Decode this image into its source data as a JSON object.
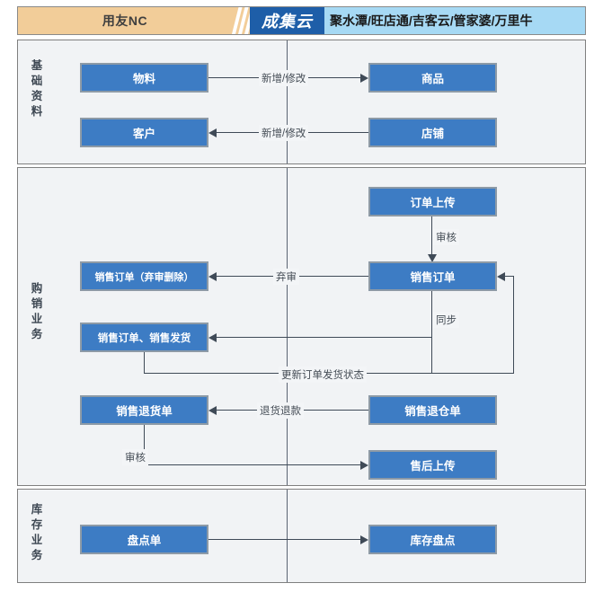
{
  "header": {
    "left_title": "用友NC",
    "logo_text": "成集云",
    "right_title": "聚水潭/旺店通/吉客云/管家婆/万里牛",
    "colors": {
      "left_bg": "#f2cd99",
      "logo_bg": "#1e5ea8",
      "right_bg": "#a6d9f4"
    }
  },
  "theme": {
    "box_fill": "#3d7cc4",
    "box_border": "#8d9aa6",
    "line": "#3f4a57",
    "panel_bg": "#f1f3f5"
  },
  "sections": [
    {
      "id": "basic",
      "label": "基础资料",
      "label_chars": [
        "基",
        "础",
        "资",
        "料"
      ]
    },
    {
      "id": "sales",
      "label": "购销业务",
      "label_chars": [
        "购",
        "销",
        "业",
        "务"
      ]
    },
    {
      "id": "stock",
      "label": "库存业务",
      "label_chars": [
        "库",
        "存",
        "业",
        "务"
      ]
    }
  ],
  "nodes": {
    "wuliao": "物料",
    "kehu": "客户",
    "shangpin": "商品",
    "dianpu": "店铺",
    "dingdan_shangchuan": "订单上传",
    "xiaoshou_dingdan": "销售订单",
    "xiaoshou_dingdan_qishen": "销售订单（弃审删除）",
    "xiaoshou_dingdan_fahuo": "销售订单、销售发货",
    "xiaoshou_tuihuodan": "销售退货单",
    "xiaoshou_tuicangdan": "销售退仓单",
    "shouhou_shangchuan": "售后上传",
    "pandiandan": "盘点单",
    "kucun_pandian": "库存盘点"
  },
  "edges": {
    "wuliao_shangpin": "新增/修改",
    "dianpu_kehu": "新增/修改",
    "shenhe_dingdan": "审核",
    "qishen": "弃审",
    "tongbu": "同步",
    "gengxin_fahuo": "更新订单发货状态",
    "tuihuo_tuikuan": "退货退款",
    "shenhe_tuihuo": "审核"
  }
}
